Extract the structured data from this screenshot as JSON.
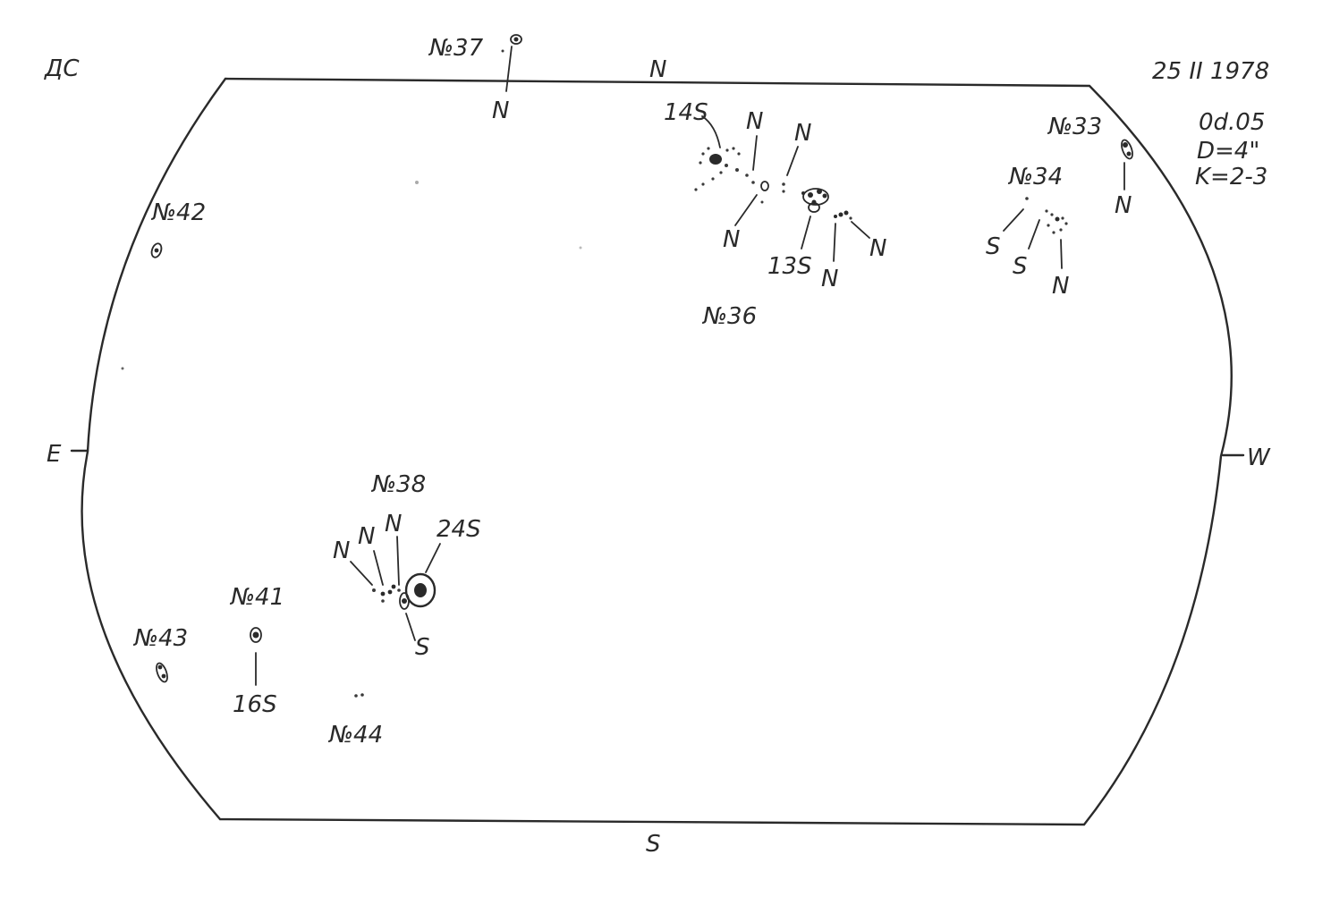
{
  "header": {
    "observer_mark": "ДС",
    "date": "25 II 1978",
    "time": "0d.05",
    "diameter": "D=4\"",
    "quality": "K=2-3"
  },
  "compass": {
    "north": "N",
    "south": "S",
    "east": "E",
    "west": "W"
  },
  "groups": {
    "g33": {
      "label": "№33",
      "polarity": [
        "N"
      ]
    },
    "g34": {
      "label": "№34",
      "polarity": [
        "S",
        "S",
        "N"
      ]
    },
    "g36": {
      "label": "№36",
      "polarity": [
        "14S",
        "N",
        "N",
        "N",
        "13S",
        "N",
        "N"
      ]
    },
    "g37": {
      "label": "№37",
      "polarity": [
        "N"
      ]
    },
    "g38": {
      "label": "№38",
      "polarity": [
        "N",
        "N",
        "N",
        "24S",
        "S"
      ]
    },
    "g41": {
      "label": "№41",
      "polarity": [
        "16S"
      ]
    },
    "g42": {
      "label": "№42"
    },
    "g43": {
      "label": "№43"
    },
    "g44": {
      "label": "№44"
    }
  },
  "colors": {
    "ink": "#2a2a2a",
    "paper": "#ffffff"
  }
}
